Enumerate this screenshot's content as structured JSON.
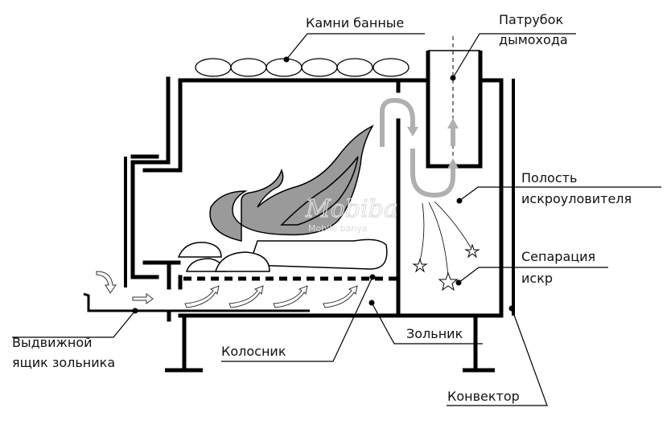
{
  "labels": {
    "stones": "Камни  банные",
    "chimney_1": "Патрубок",
    "chimney_2": "дымохода",
    "spark_cavity_1": "Полость",
    "spark_cavity_2": "искроуловителя",
    "spark_sep_1": "Сепарация",
    "spark_sep_2": "искр",
    "ash_drawer_1": "Выдвижной",
    "ash_drawer_2": "ящик зольника",
    "grate": "Колосник",
    "ash_pit": "Зольник",
    "convector": "Конвектор"
  },
  "watermark": "Mobiba Mobile banya",
  "colors": {
    "line": "#000000",
    "flame": "#9a9a9a",
    "flow_arrow": "#b0b0b0"
  }
}
